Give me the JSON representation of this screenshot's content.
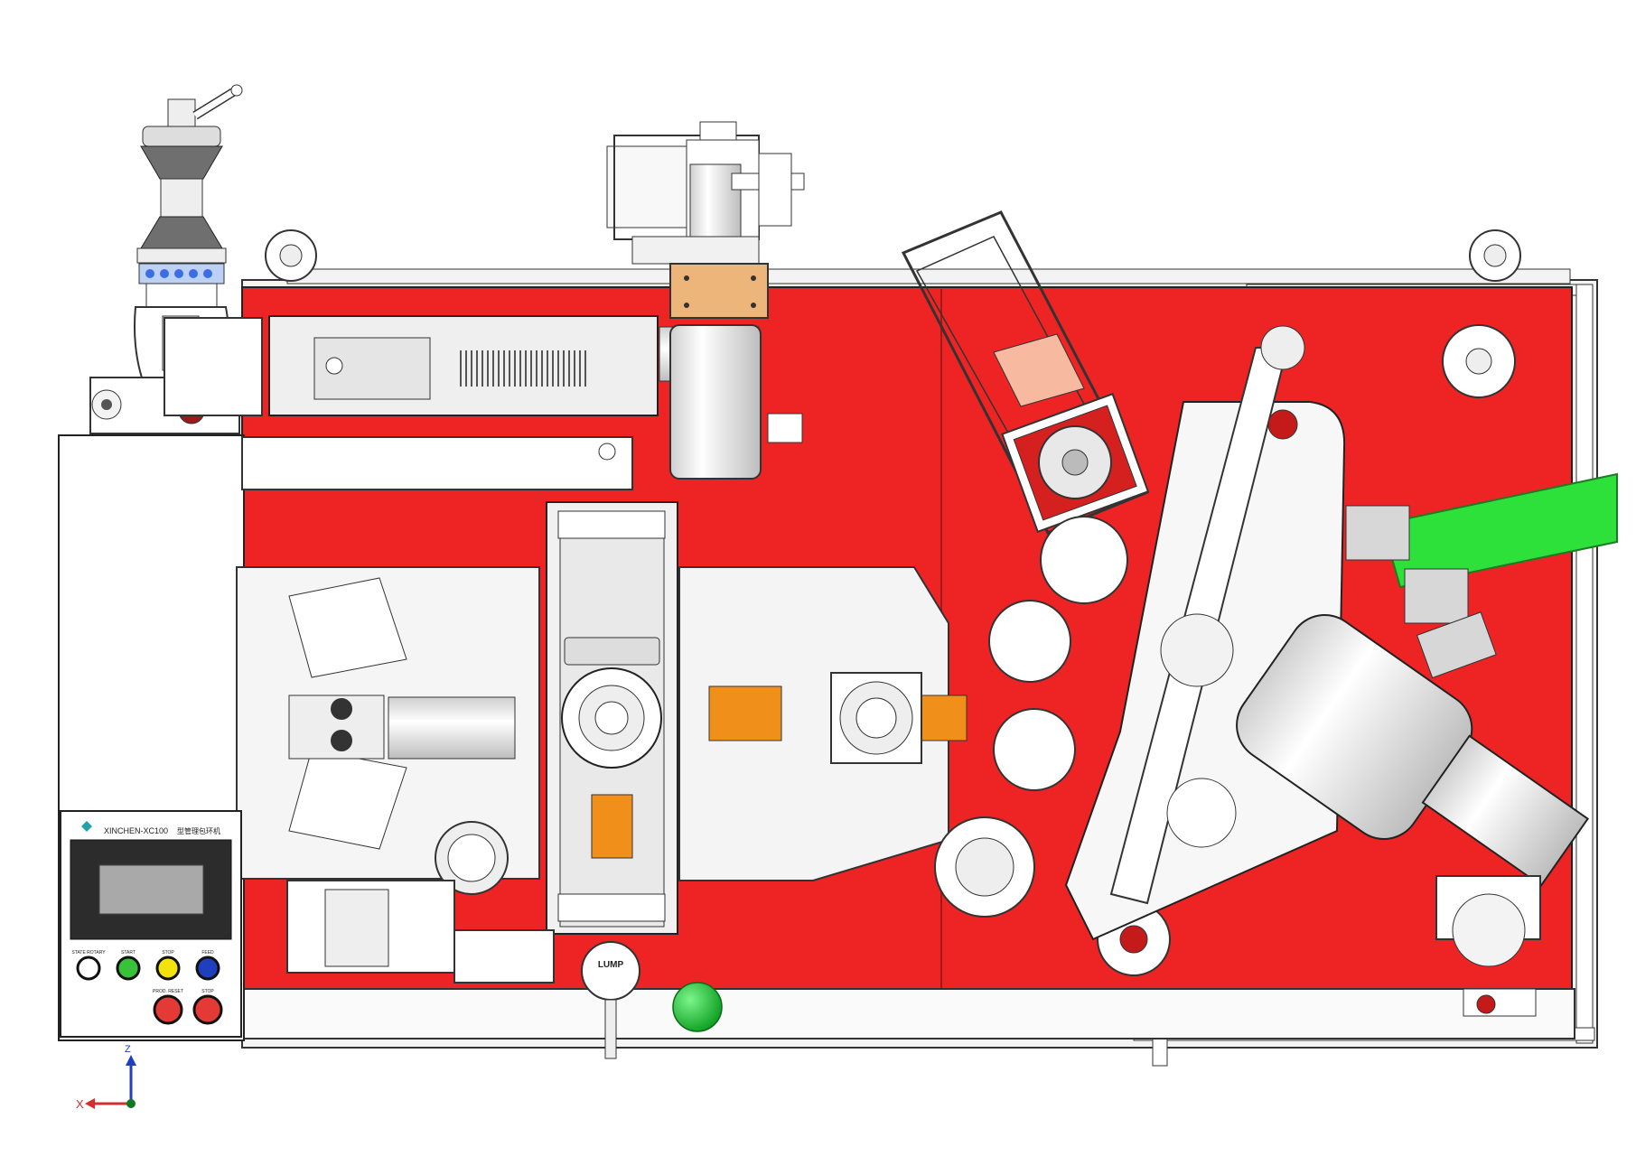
{
  "panel": {
    "brand": "XINCHEN-XC100",
    "brand_suffix": "型管理包环机",
    "screen_color": "#a9a9a9",
    "button_colors": [
      "#ffffff",
      "#39c13a",
      "#f2e30c",
      "#1f3fbf",
      "#e53935",
      "#e53935"
    ],
    "button_labels": [
      "STATE ROTARY",
      "START",
      "STOP",
      "FEED",
      "PROD. RESET",
      "STOP"
    ]
  },
  "axis": {
    "x_label": "X",
    "z_label": "Z"
  },
  "gauge": {
    "label": "LUMP"
  },
  "colors": {
    "plate": "#ee2424",
    "metal": "#e9e9e9",
    "outline": "#3a3a3a",
    "copper": "#f0901a",
    "belt": "#2ee03a",
    "green_knob": "#16c42c"
  }
}
